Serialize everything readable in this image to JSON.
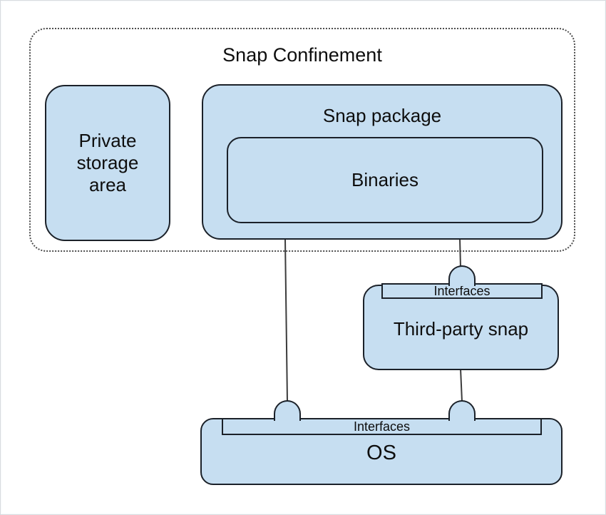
{
  "diagram": {
    "title": "Snap Confinement",
    "nodes": {
      "private_storage": {
        "label": "Private storage area"
      },
      "snap_package": {
        "label": "Snap package"
      },
      "binaries": {
        "label": "Binaries"
      },
      "third_party_snap": {
        "label": "Third-party snap",
        "interfaces_label": "Interfaces"
      },
      "os": {
        "label": "OS",
        "interfaces_label": "Interfaces"
      }
    },
    "connections": [
      {
        "from": "snap-package",
        "to": "os-interfaces"
      },
      {
        "from": "snap-package",
        "to": "third-party-snap-interfaces"
      },
      {
        "from": "third-party-snap",
        "to": "os-interfaces"
      }
    ]
  },
  "colors": {
    "node_fill": "#c6def1",
    "node_border": "#1b2129",
    "connector": "#3c3c3c",
    "canvas_background": "#ffffff",
    "text": "#0e0e0e"
  }
}
